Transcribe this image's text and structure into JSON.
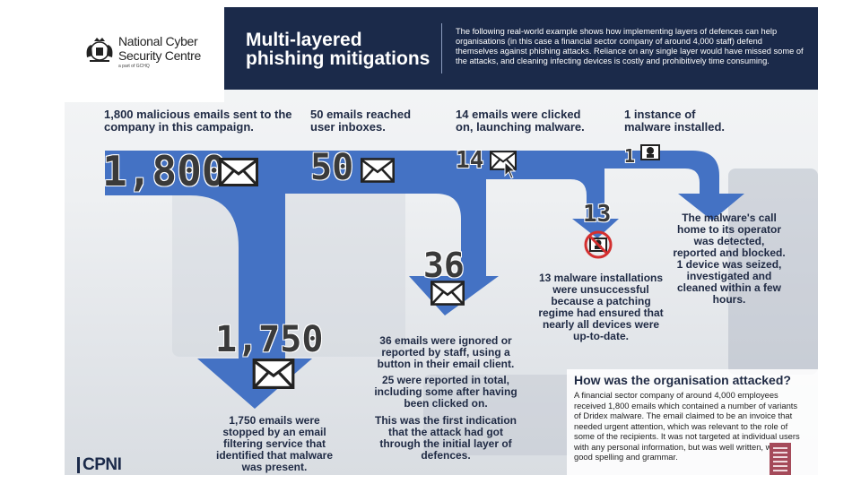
{
  "header": {
    "title": "Multi-layered\nphishing mitigations",
    "intro": "The following real-world example shows how implementing layers of defences can help organisations (in this case a financial sector company of around 4,000 staff) defend themselves against phishing attacks. Reliance on any single layer would have missed some of the attacks, and cleaning infecting devices is costly and prohibitively time consuming."
  },
  "logo": {
    "name": "National Cyber\nSecurity Centre",
    "sub": "a part of GCHQ"
  },
  "stages": [
    {
      "text": "1,800 malicious emails sent to the company in this campaign."
    },
    {
      "text": "50 emails reached user inboxes."
    },
    {
      "text": "14 emails were clicked on, launching malware."
    },
    {
      "text": "1 instance of malware installed."
    }
  ],
  "numbers": {
    "n1800": "1,800",
    "n50": "50",
    "n14": "14",
    "n1": "1",
    "n13": "13",
    "n36": "36",
    "n1750": "1,750"
  },
  "notes": {
    "n1750": "1,750 emails were stopped by an email filtering service that identified that malware was present.",
    "n36a": "36 emails were ignored or reported by staff, using a button in their email client.",
    "n36b": "25 were reported in total, including some after having been clicked on.",
    "n36c": "This was the first indication that the attack had got through the initial layer of defences.",
    "n13": "13 malware installations were unsuccessful because a patching regime had ensured that nearly all devices were up-to-date.",
    "n1": "The malware's call home to its operator was detected, reported and blocked. 1 device was seized, investigated and cleaned within a few hours."
  },
  "attack": {
    "heading": "How was the organisation attacked?",
    "body": "A financial sector company of around 4,000 employees received 1,800 emails which contained a number of variants of Dridex malware. The email claimed to be an invoice that needed urgent attention, which was relevant to the role of some of the recipients. It was not targeted at individual users with any personal information, but was well written, with good spelling and grammar."
  },
  "footer": {
    "brand": "CPNI"
  },
  "colors": {
    "arrow": "#4472c4",
    "header": "#1b2a4a",
    "blocked": "#d32f2f"
  }
}
